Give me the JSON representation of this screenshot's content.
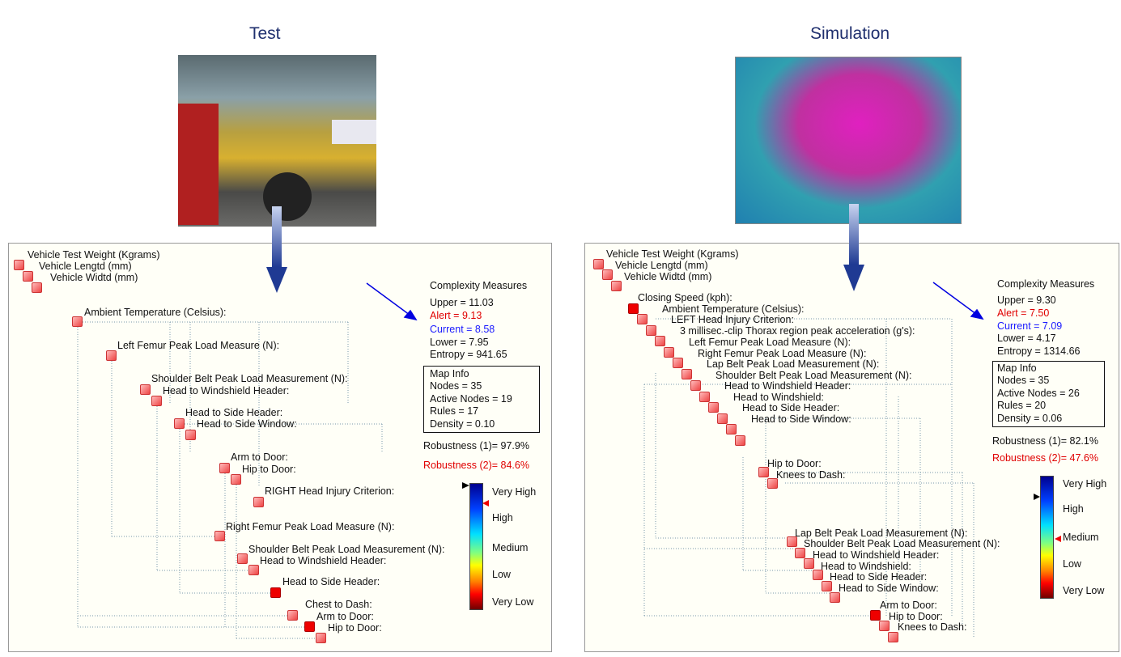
{
  "test": {
    "title": "Test",
    "nodes": [
      "Vehicle Test Weight (Kgrams)",
      "Vehicle Lengtd (mm)",
      "Vehicle Widtd (mm)",
      "Ambient Temperature (Celsius):",
      "Left Femur Peak Load Measure (N):",
      "Shoulder Belt Peak Load Measurement (N):",
      "Head to Windshield Header:",
      "Head to Side Header:",
      "Head to Side Window:",
      "Arm to Door:",
      "Hip to Door:",
      "RIGHT Head Injury Criterion:",
      "Right Femur Peak Load Measure (N):",
      "Shoulder Belt Peak Load Measurement (N):",
      "Head to Windshield Header:",
      "Head to Side Header:",
      "Chest to Dash:",
      "Arm to Door:",
      "Hip to Door:"
    ],
    "metrics": {
      "heading": "Complexity Measures",
      "upper": "Upper = 11.03",
      "alert": "Alert = 9.13",
      "current": "Current = 8.58",
      "lower": "Lower = 7.95",
      "entropy": "Entropy = 941.65"
    },
    "map_info": {
      "heading": "Map Info",
      "nodes": "Nodes = 35",
      "active": "Active Nodes = 19",
      "rules": "Rules = 17",
      "density": "Density = 0.10"
    },
    "robustness1": "Robustness (1)= 97.9%",
    "robustness2": "Robustness (2)= 84.6%",
    "scale": {
      "very_high": "Very High",
      "high": "High",
      "medium": "Medium",
      "low": "Low",
      "very_low": "Very Low"
    }
  },
  "sim": {
    "title": "Simulation",
    "nodes": [
      "Vehicle Test Weight (Kgrams)",
      "Vehicle Lengtd (mm)",
      "Vehicle Widtd (mm)",
      "Closing Speed (kph):",
      "Ambient Temperature (Celsius):",
      "LEFT Head Injury Criterion:",
      "3 millisec.-clip Thorax region peak acceleration (g's):",
      "Left Femur Peak Load Measure (N):",
      "Right Femur Peak Load Measure (N):",
      "Lap Belt Peak Load Measurement (N):",
      "Shoulder Belt Peak Load Measurement (N):",
      "Head to Windshield Header:",
      "Head to Windshield:",
      "Head to Side Header:",
      "Head to Side Window:",
      "Hip to Door:",
      "Knees to Dash:",
      "Lap Belt Peak Load Measurement (N):",
      "Shoulder Belt Peak Load Measurement (N):",
      "Head to Windshield Header:",
      "Head to Windshield:",
      "Head to Side Header:",
      "Head to Side Window:",
      "Arm to Door:",
      "Hip to Door:",
      "Knees to Dash:"
    ],
    "metrics": {
      "heading": "Complexity Measures",
      "upper": "Upper = 9.30",
      "alert": "Alert = 7.50",
      "current": "Current = 7.09",
      "lower": "Lower = 4.17",
      "entropy": "Entropy = 1314.66"
    },
    "map_info": {
      "heading": "Map Info",
      "nodes": "Nodes = 35",
      "active": "Active Nodes = 26",
      "rules": "Rules = 20",
      "density": "Density = 0.06"
    },
    "robustness1": "Robustness (1)= 82.1%",
    "robustness2": "Robustness (2)= 47.6%",
    "scale": {
      "very_high": "Very High",
      "high": "High",
      "medium": "Medium",
      "low": "Low",
      "very_low": "Very Low"
    }
  },
  "colors": {
    "alert": "#e00000",
    "current": "#1a1aff",
    "arrow": "#1f3a93"
  }
}
